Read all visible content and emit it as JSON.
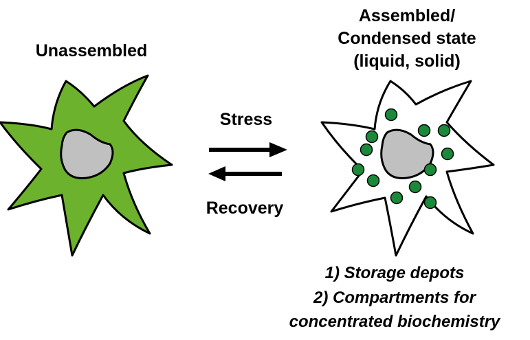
{
  "left_state": {
    "label": "Unassembled",
    "cell_fill": "#6cb22c",
    "nucleus_fill": "#c0c0c0"
  },
  "right_state": {
    "label_line1": "Assembled/",
    "label_line2": "Condensed state",
    "label_line3": "(liquid, solid)",
    "cell_fill": "#ffffff",
    "nucleus_fill": "#c0c0c0",
    "granule_fill": "#1a8a3a",
    "granule_count": 12
  },
  "transition": {
    "forward_label": "Stress",
    "forward_color": "#e0201c",
    "reverse_label": "Recovery"
  },
  "functions": {
    "item1": "1) Storage depots",
    "item2": "2) Compartments for",
    "item3": "concentrated biochemistry"
  }
}
